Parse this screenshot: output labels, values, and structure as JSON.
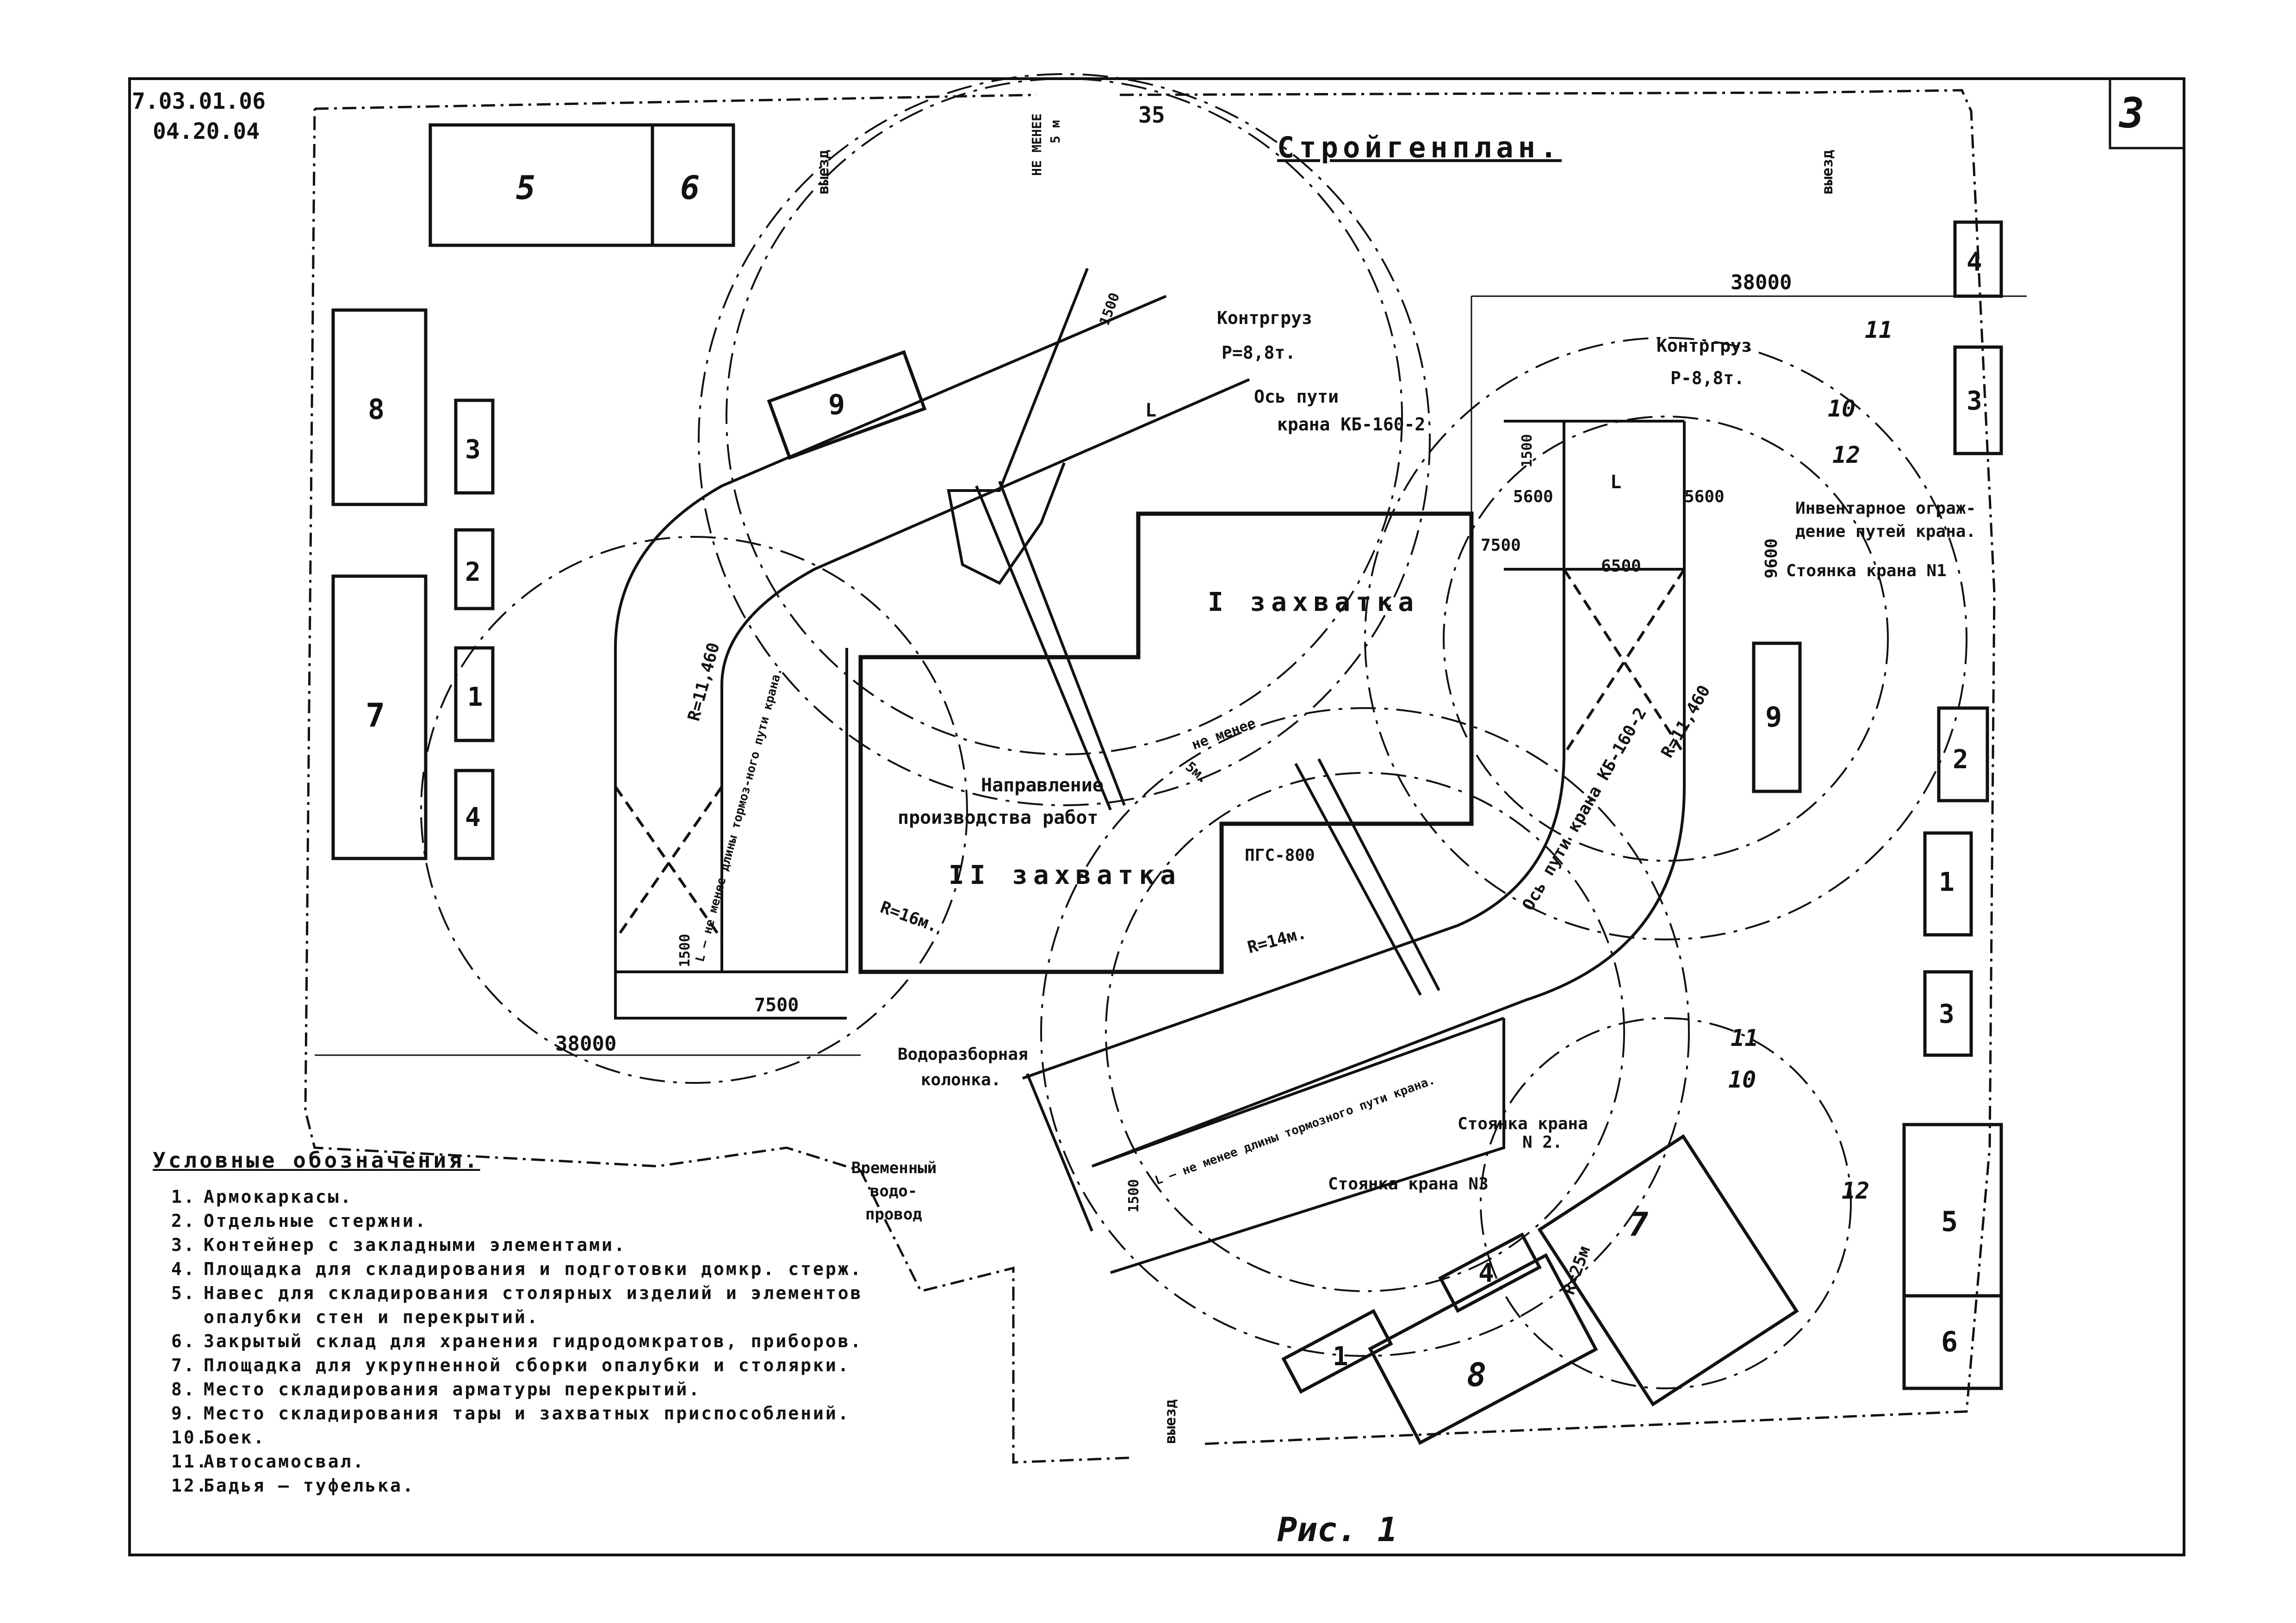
{
  "header": {
    "doc_code_1": "7.03.01.06",
    "doc_code_2": "04.20.04",
    "page_number": "35",
    "sheet_number": "3",
    "title": "Стройгенплан.",
    "caption": "Рис. 1"
  },
  "gates": {
    "exit_top_left": "выезд",
    "exit_top_right": "выезд",
    "exit_bottom": "выезд",
    "not_less_top": "НЕ МЕНЕЕ",
    "not_less_top_dim": "5 м"
  },
  "dimensions": {
    "top_right_width": "38000",
    "bottom_left_width": "38000",
    "d7500_left": "7500",
    "d7500_right": "7500",
    "d5600_a": "5600",
    "d5600_b": "5600",
    "d6500": "6500",
    "d9600": "9600",
    "d1500_a": "1500",
    "d1500_b": "1500",
    "d1500_c": "1500",
    "d1500_d": "1500",
    "L1": "L",
    "L2": "L"
  },
  "labels": {
    "counterweight_1": "Контргруз",
    "counterweight_1_val": "Р=8,8т.",
    "counterweight_2": "Контргруз",
    "counterweight_2_val": "Р-8,8т.",
    "crane_axis_1a": "Ось пути",
    "crane_axis_1b": "крана КБ-160-2",
    "crane_axis_2": "Ось пути крана КБ-160-2",
    "crane_axis_3": "КБ-160-2",
    "radius_r11460_a": "R=11,460",
    "radius_r11460_b": "R=11,460",
    "radius_r16": "R=16м.",
    "radius_r14": "R=14м.",
    "radius_r25": "R=25м",
    "zone_1": "I захватка",
    "zone_2": "II захватка",
    "direction_1": "Направление",
    "direction_2": "производства работ",
    "pgs": "ПГС-800",
    "not_less_5m": "не менее",
    "not_less_5m_dim": "5м.",
    "fence_1": "Инвентарное ограж-",
    "fence_2": "дение путей крана.",
    "crane_stop_1": "Стоянка крана N1",
    "crane_stop_2a": "Стоянка крана",
    "crane_stop_2b": "N 2.",
    "crane_stop_3": "Стоянка крана N3",
    "hydrant_1": "Водоразборная",
    "hydrant_2": "колонка.",
    "water_1": "Временный",
    "water_2": "водо-",
    "water_3": "провод",
    "brake_left": "L — не менее длины тормоз-ного пути крана.",
    "brake_right": "L — не менее длины тормозного пути крана.",
    "b9600": "9600"
  },
  "blocks": {
    "b5_top": "5",
    "b6_top": "6",
    "b8_left": "8",
    "b3_left": "3",
    "b2_left": "2",
    "b7_left": "7",
    "b1_left": "1",
    "b4_left": "4",
    "b9_mid": "9",
    "b4_right_top": "4",
    "b3_right_top": "3",
    "b9_right": "9",
    "b2_right": "2",
    "b1_right": "1",
    "b3_right": "3",
    "b5_right": "5",
    "b6_right": "6",
    "b7_bottom": "7",
    "b4_bottom": "4",
    "b1_bottom": "1",
    "b8_bottom": "8",
    "n11_top": "11",
    "n10_top": "10",
    "n12_top": "12",
    "n11_bot": "11",
    "n10_bot": "10",
    "n12_bot": "12"
  },
  "legend": {
    "title": "Условные обозначения.",
    "items": [
      {
        "n": "1.",
        "text": "Армокаркасы."
      },
      {
        "n": "2.",
        "text": "Отдельные стержни."
      },
      {
        "n": "3.",
        "text": "Контейнер с закладными элементами."
      },
      {
        "n": "4.",
        "text": "Площадка для складирования и подготовки домкр. стерж."
      },
      {
        "n": "5.",
        "text": "Навес для складирования столярных изделий и элементов"
      },
      {
        "n": "",
        "text": "опалубки стен и перекрытий."
      },
      {
        "n": "6.",
        "text": "Закрытый склад для хранения гидродомкратов, приборов."
      },
      {
        "n": "7.",
        "text": "Площадка для укрупненной сборки опалубки и столярки."
      },
      {
        "n": "8.",
        "text": "Место складирования арматуры перекрытий."
      },
      {
        "n": "9.",
        "text": "Место складирования тары и захватных приспособлений."
      },
      {
        "n": "10.",
        "text": "Боек."
      },
      {
        "n": "11.",
        "text": "Автосамосвал."
      },
      {
        "n": "12.",
        "text": "Бадья — туфелька."
      }
    ]
  }
}
